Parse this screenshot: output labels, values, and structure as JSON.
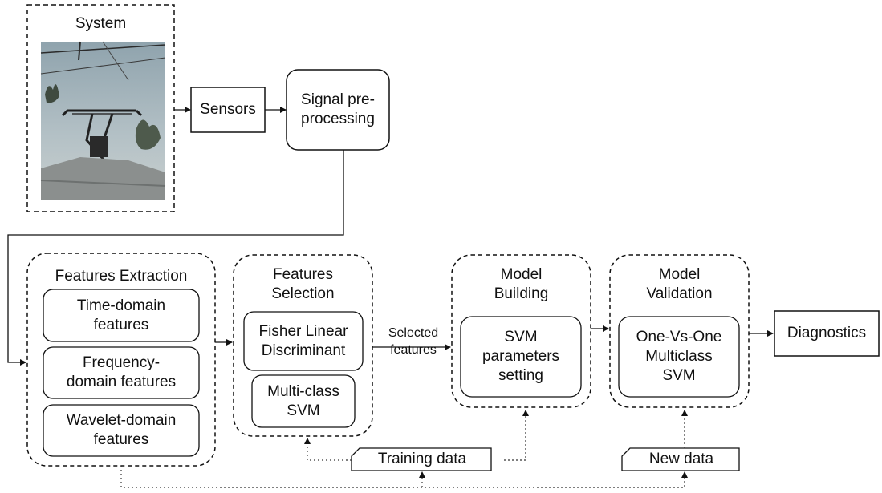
{
  "system": {
    "title": "System",
    "photo": "pantograph-photo"
  },
  "sensors": {
    "label": "Sensors"
  },
  "preprocessing": {
    "label": "Signal pre-\nprocessing"
  },
  "features_extraction": {
    "title": "Features Extraction",
    "items": [
      "Time-domain\nfeatures",
      "Frequency-\ndomain features",
      "Wavelet-domain\nfeatures"
    ]
  },
  "features_selection": {
    "title": "Features\nSelection",
    "items": [
      "Fisher Linear\nDiscriminant",
      "Multi-class\nSVM"
    ]
  },
  "selected_features": {
    "label": "Selected\nfeatures"
  },
  "model_building": {
    "title": "Model\nBuilding",
    "item": "SVM\nparameters\nsetting"
  },
  "model_validation": {
    "title": "Model\nValidation",
    "item": "One-Vs-One\nMulticlass\nSVM"
  },
  "diagnostics": {
    "label": "Diagnostics"
  },
  "training_data": {
    "label": "Training data"
  },
  "new_data": {
    "label": "New data"
  }
}
